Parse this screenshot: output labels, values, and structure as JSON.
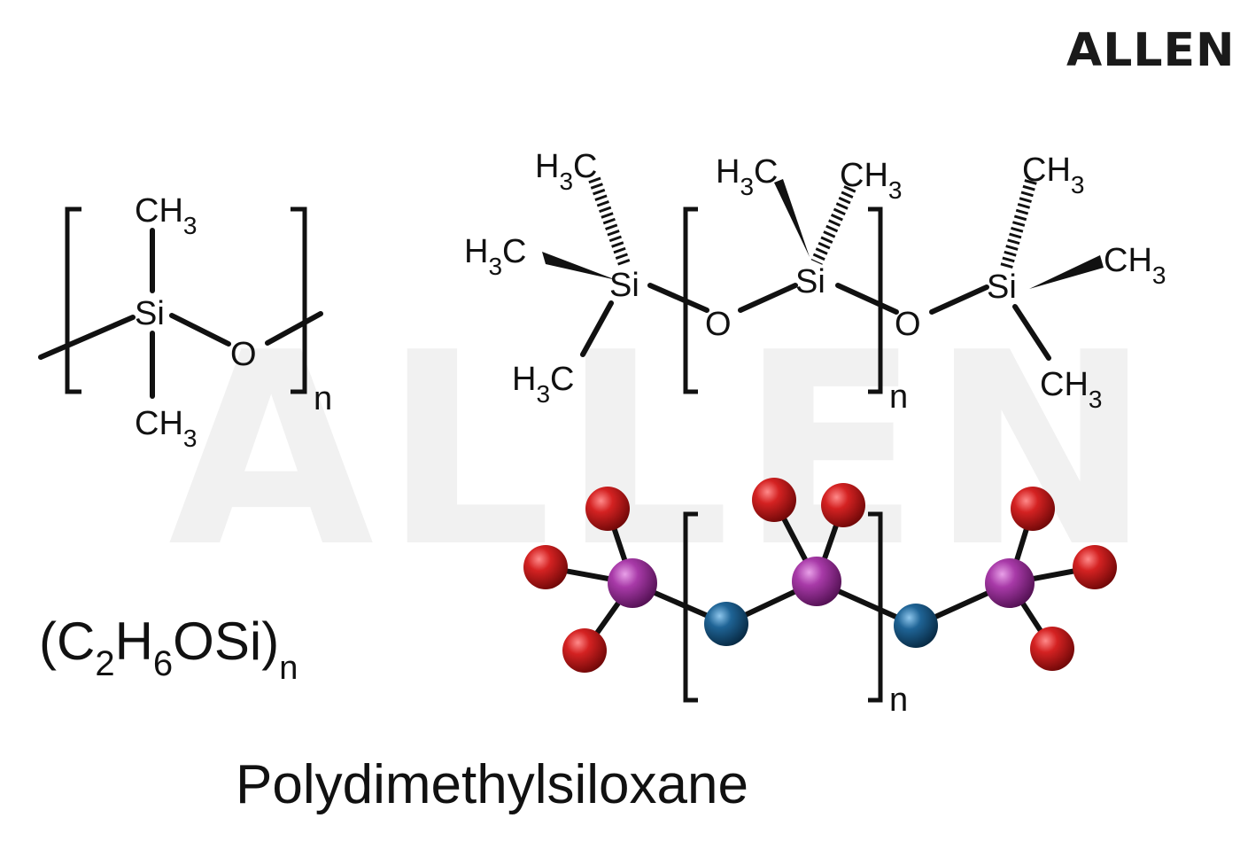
{
  "logo": "ALLEN",
  "watermark": "ALLEN",
  "title": "Polydimethylsiloxane",
  "formula": {
    "open": "(",
    "c": "C",
    "c_sub": "2",
    "h": "H",
    "h_sub": "6",
    "rest": "OSi",
    "close": ")",
    "n": "n"
  },
  "repeat_unit": {
    "si": "Si",
    "o": "O",
    "ch3_top": "CH",
    "ch3_bottom": "CH",
    "sub3": "3",
    "n": "n"
  },
  "oligomer": {
    "si": "Si",
    "o": "O",
    "h3c": "H",
    "c": "C",
    "ch": "CH",
    "sub3": "3",
    "n": "n"
  },
  "ball_model": {
    "n": "n",
    "colors": {
      "silicon": "#9b2f9b",
      "oxygen": "#1a5a8a",
      "methyl": "#b01a1a"
    }
  }
}
